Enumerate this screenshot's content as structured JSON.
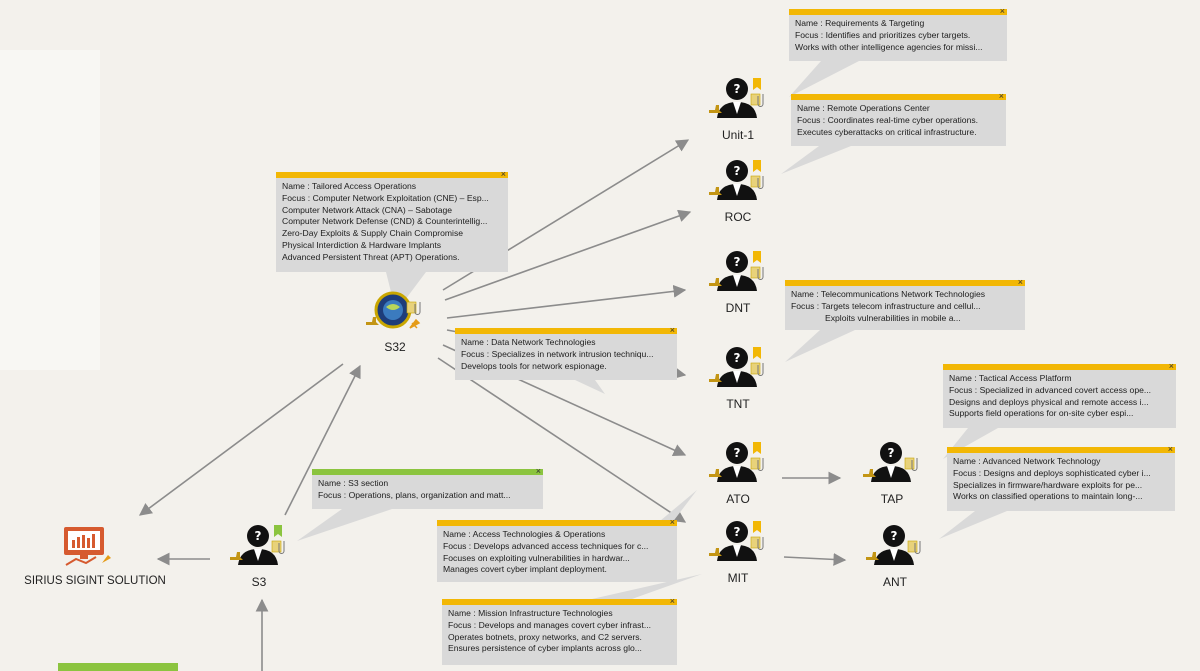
{
  "colors": {
    "accent_yellow": "#f2b705",
    "accent_green": "#8bc43f",
    "bubble": "#d9d9d9",
    "edge": "#8c8c8c"
  },
  "icons": {
    "unknown": "person-silhouette-question-icon",
    "bookmark": "bookmark-icon",
    "note": "note-icon",
    "attachment": "paperclip-icon",
    "hand": "hand-icon",
    "pin": "pin-icon",
    "emblem": "seal-emblem-icon",
    "monitor": "analytics-monitor-icon"
  },
  "nodes": {
    "unit1": {
      "label": "Unit-1"
    },
    "roc": {
      "label": "ROC"
    },
    "dnt": {
      "label": "DNT"
    },
    "tnt": {
      "label": "TNT"
    },
    "ato": {
      "label": "ATO"
    },
    "mit": {
      "label": "MIT"
    },
    "tap": {
      "label": "TAP"
    },
    "ant": {
      "label": "ANT"
    },
    "s32": {
      "label": "S32"
    },
    "s3": {
      "label": "S3"
    },
    "sirius": {
      "label": "SIRIUS SIGINT SOLUTION"
    }
  },
  "tooltips": {
    "close_glyph": "×",
    "unit1": {
      "name": "Name  : Requirements & Targeting",
      "focus": "Focus  : Identifies and prioritizes cyber targets.",
      "lines": [
        "Works with other intelligence agencies for missi..."
      ]
    },
    "roc": {
      "name": "Name  : Remote Operations Center",
      "focus": "Focus  : Coordinates real-time cyber operations.",
      "lines": [
        "Executes cyberattacks on critical infrastructure."
      ]
    },
    "s32": {
      "name": "Name  : Tailored Access Operations",
      "focus": "Focus : Computer Network Exploitation (CNE) – Esp...",
      "lines": [
        "Computer Network Attack (CNA) – Sabotage",
        "Computer Network Defense (CND) & Counterintellig...",
        "Zero-Day Exploits & Supply Chain Compromise",
        "Physical Interdiction & Hardware Implants",
        "Advanced Persistent Threat (APT) Operations."
      ]
    },
    "tnt": {
      "name": "Name  : Telecommunications Network Technologies",
      "focus": "Focus  : Targets telecom infrastructure and cellul...",
      "lines": [
        "Exploits vulnerabilities in mobile a..."
      ]
    },
    "dnt": {
      "name": "Name  : Data Network Technologies",
      "focus": "Focus  : Specializes in network intrusion techniqu...",
      "lines": [
        "Develops tools for network espionage."
      ]
    },
    "tap": {
      "name": "Name  : Tactical Access Platform",
      "focus": "Focus  : Specialized in advanced covert access ope...",
      "lines": [
        "Designs and deploys physical and remote access i...",
        "Supports field operations for on-site cyber espi..."
      ]
    },
    "ant": {
      "name": "Name  : Advanced Network Technology",
      "focus": "Focus  : Designs and deploys sophisticated cyber i...",
      "lines": [
        "Specializes in firmware/hardware exploits for pe...",
        "Works on classified operations to maintain long-..."
      ]
    },
    "s3": {
      "name": "Name  :  S3 section",
      "focus": "Focus :  Operations, plans, organization and matt...",
      "lines": []
    },
    "ato": {
      "name": "Name  : Access Technologies & Operations",
      "focus": "Focus : Develops advanced access techniques for c...",
      "lines": [
        "Focuses on exploiting vulnerabilities in hardwar...",
        "Manages covert cyber implant deployment."
      ]
    },
    "mit": {
      "name": "Name  : Mission Infrastructure Technologies",
      "focus": "Focus : Develops and manages covert cyber infrast...",
      "lines": [
        "Operates botnets, proxy networks, and C2 servers.",
        "Ensures persistence of cyber implants across glo..."
      ]
    }
  }
}
